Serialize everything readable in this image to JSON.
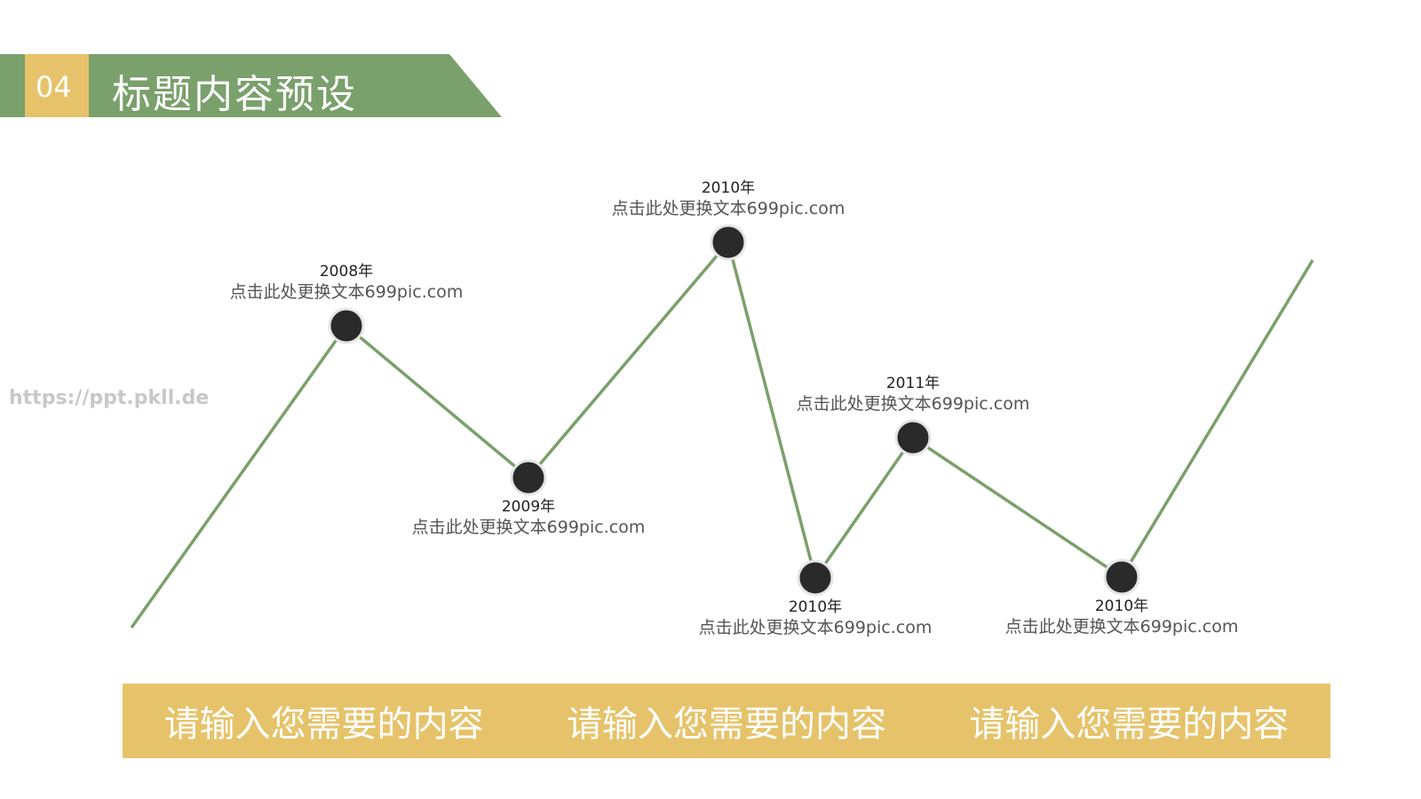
{
  "colors": {
    "green": "#7aa06b",
    "gold": "#e6c36a",
    "dot": "#2a2a2a",
    "dot_ring": "#e5e5e5"
  },
  "header": {
    "number": "04",
    "title": "标题内容预设"
  },
  "watermark": "https://ppt.pkll.de",
  "nodes": [
    {
      "year": "2008年",
      "text": "点击此处更换文本699pic.com",
      "label_pos": "above"
    },
    {
      "year": "2009年",
      "text": "点击此处更换文本699pic.com",
      "label_pos": "below"
    },
    {
      "year": "2010年",
      "text": "点击此处更换文本699pic.com",
      "label_pos": "above"
    },
    {
      "year": "2010年",
      "text": "点击此处更换文本699pic.com",
      "label_pos": "below"
    },
    {
      "year": "2011年",
      "text": "点击此处更换文本699pic.com",
      "label_pos": "above"
    },
    {
      "year": "2010年",
      "text": "点击此处更换文本699pic.com",
      "label_pos": "below"
    }
  ],
  "bottom_bar": {
    "items": [
      "请输入您需要的内容",
      "请输入您需要的内容",
      "请输入您需要的内容"
    ]
  }
}
